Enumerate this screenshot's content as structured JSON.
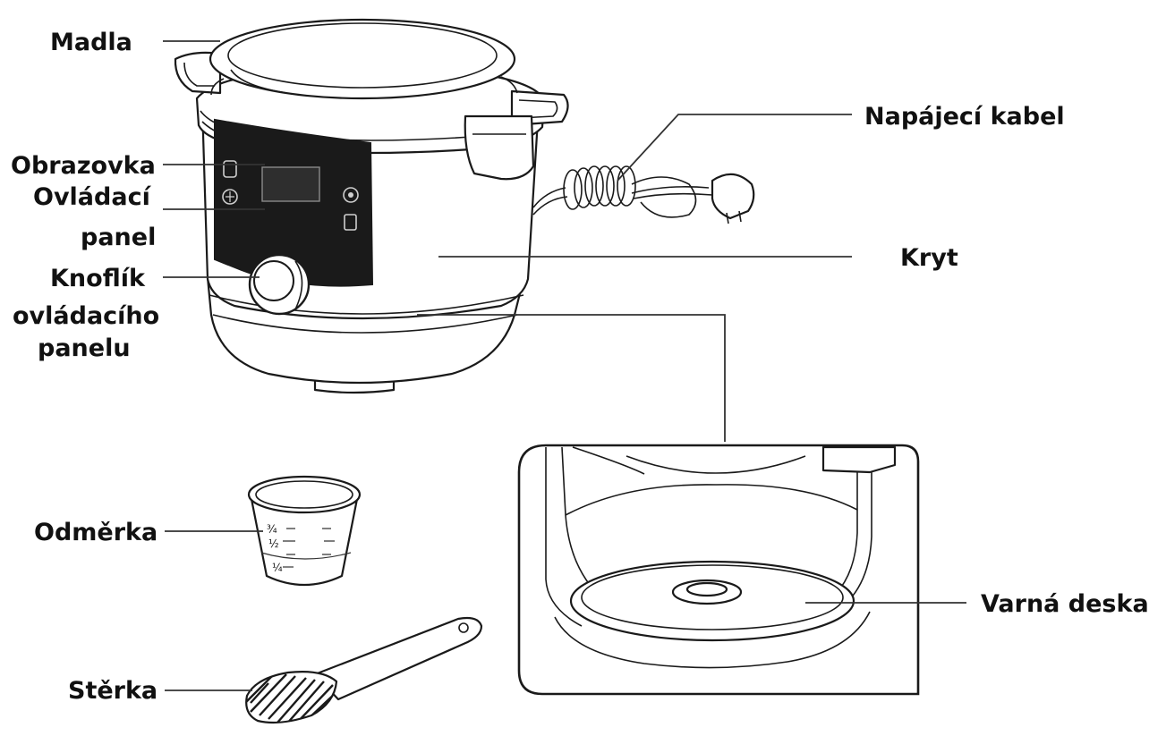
{
  "labels": {
    "madla": "Madla",
    "obrazovka": "Obrazovka",
    "ovladaci_panel_line1": "Ovládací",
    "ovladaci_panel_line2": "panel",
    "knoflik_line1": "Knoflík",
    "knoflik_line2": "ovládacího",
    "knoflik_line3": "panelu",
    "napajeci_kabel": "Napájecí kabel",
    "kryt": "Kryt",
    "varna_deska": "Varná deska",
    "odmerka": "Odměrka",
    "sterka": "Stěrka"
  },
  "cup_marks": [
    "¾",
    "½",
    "¼"
  ],
  "colors": {
    "panel": "#1a1a1a",
    "line": "#333333",
    "outline": "#1a1a1a",
    "background": "#ffffff"
  },
  "icons": [
    "pressure-cooker",
    "measuring-cup",
    "rice-spatula",
    "power-cable-plug",
    "heating-plate-detail"
  ]
}
